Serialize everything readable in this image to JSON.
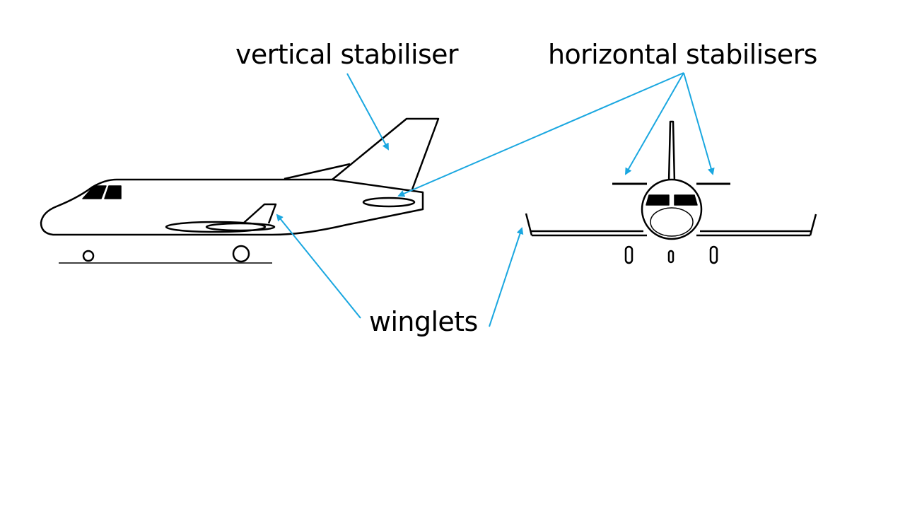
{
  "colors": {
    "background": "#ffffff",
    "outline": "#000000",
    "callout": "#1aa7e0"
  },
  "labels": {
    "vertical_stabiliser": "vertical stabiliser",
    "horizontal_stabilisers": "horizontal stabilisers",
    "winglets": "winglets"
  }
}
